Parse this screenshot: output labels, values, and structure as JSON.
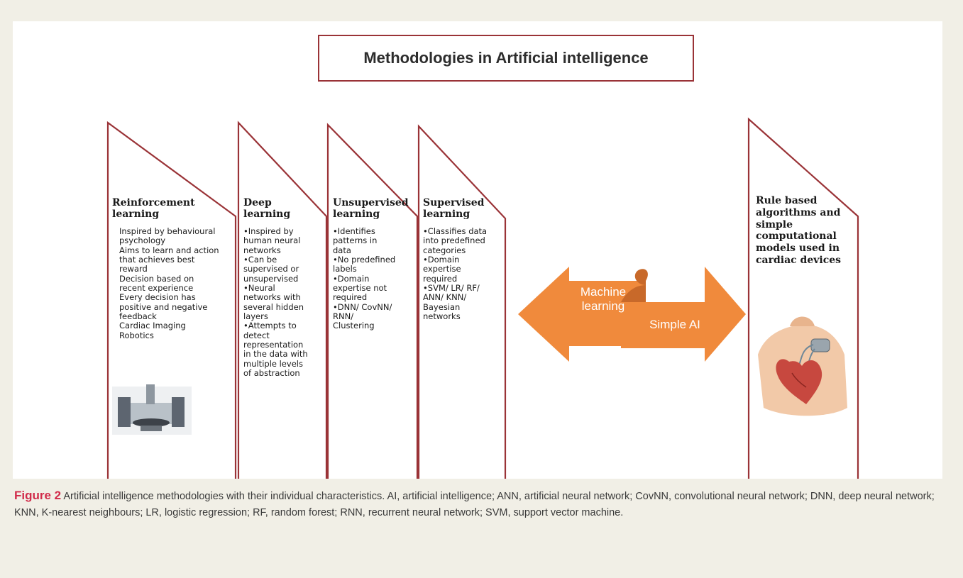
{
  "title": "Methodologies in Artificial intelligence",
  "columns": [
    {
      "heading_lines": [
        "Reinforcement",
        "learning"
      ],
      "items": [
        "Inspired by behavioural",
        "psychology",
        "Aims to learn and action",
        "that achieves best",
        "reward",
        "Decision based on",
        "recent experience",
        "Every decision has",
        "positive and negative",
        "feedback",
        "Cardiac Imaging",
        "Robotics"
      ]
    },
    {
      "heading_lines": [
        "Deep",
        "learning"
      ],
      "items": [
        "•Inspired by",
        "human neural",
        "networks",
        "•Can be",
        "supervised or",
        "unsupervised",
        "•Neural",
        "networks with",
        "several hidden",
        "layers",
        "•Attempts to",
        "detect",
        "representation",
        "in the data with",
        "multiple levels",
        "of abstraction"
      ]
    },
    {
      "heading_lines": [
        "Unsupervised",
        "learning"
      ],
      "items": [
        "•Identifies",
        "patterns in",
        "data",
        "•No predefined",
        "labels",
        "•Domain",
        "expertise not",
        "required",
        "•DNN/ CovNN/",
        "RNN/",
        "Clustering"
      ]
    },
    {
      "heading_lines": [
        "Supervised",
        "learning"
      ],
      "items": [
        "•Classifies data",
        "into predefined",
        "categories",
        "•Domain",
        "expertise",
        "required",
        "•SVM/ LR/ RF/",
        "ANN/ KNN/",
        "Bayesian",
        "networks"
      ]
    },
    {
      "heading_lines": [
        "Rule based",
        "algorithms and",
        "simple",
        "computational",
        "models used in",
        "cardiac devices"
      ],
      "items": []
    }
  ],
  "arrows": {
    "machine_learning": [
      "Machine",
      "learning"
    ],
    "simple_ai": "Simple AI"
  },
  "colors": {
    "outline": "#9a3337",
    "arrow": "#f08a3c",
    "arrow_dark": "#c8692a",
    "caption_label": "#d12b4a"
  },
  "caption": {
    "label": "Figure 2",
    "text": "Artificial intelligence methodologies with their individual characteristics. AI, artificial intelligence; ANN, artificial neural network; CovNN, convolutional neural network; DNN, deep neural network; KNN, K-nearest neighbours; LR, logistic regression; RF, random forest; RNN, recurrent neural network; SVM, support vector machine."
  }
}
